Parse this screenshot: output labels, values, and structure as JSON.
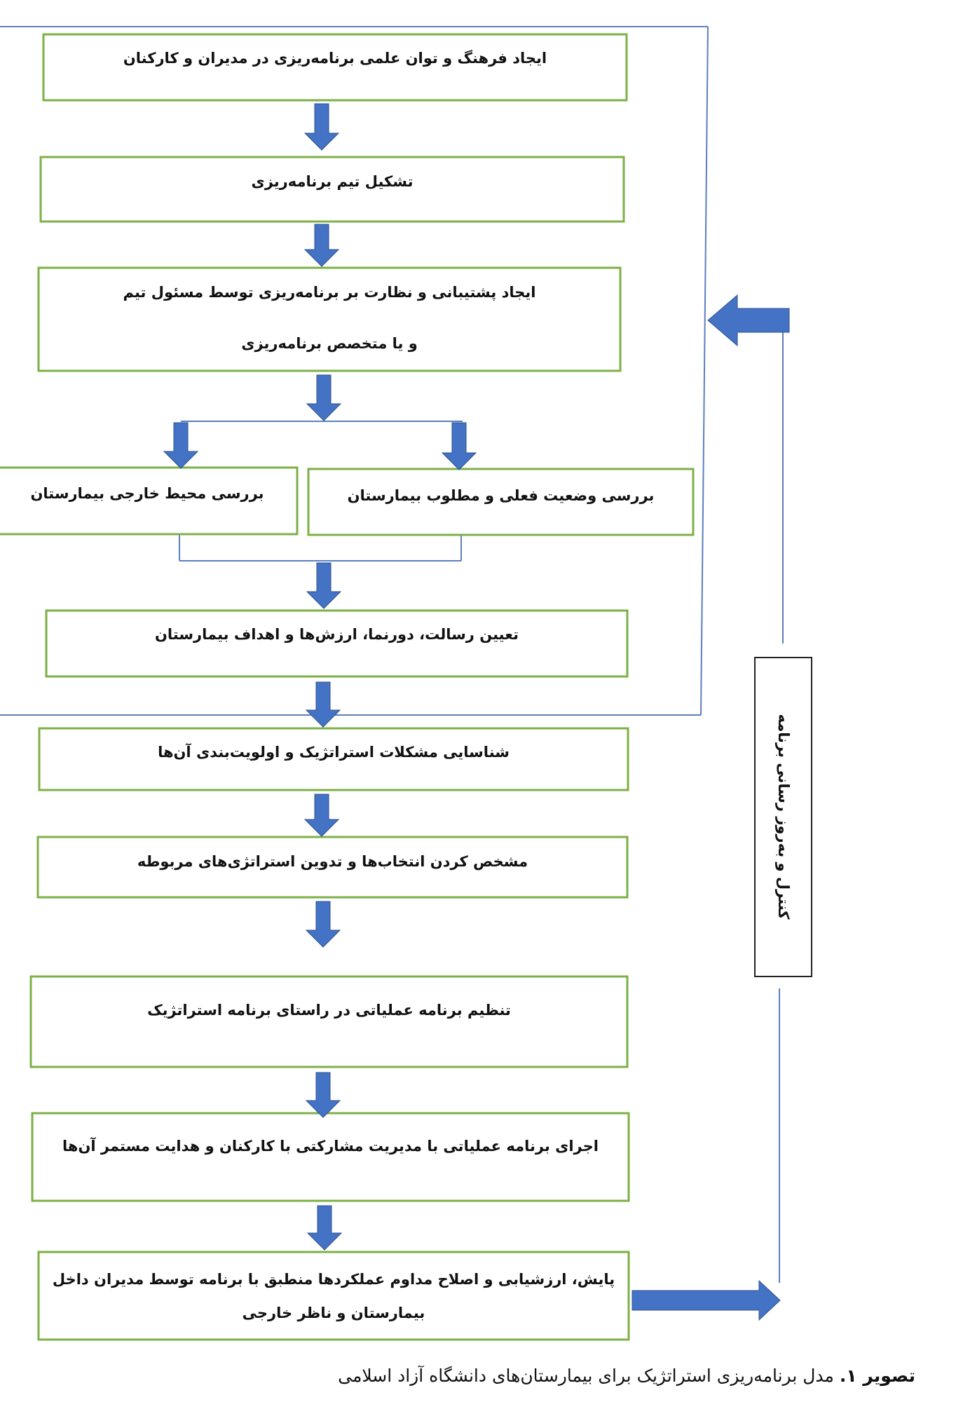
{
  "colors": {
    "box_border": "#7db046",
    "arrow_fill": "#4472c4",
    "connector_line": "#5b7fbf",
    "side_box_border": "#222222"
  },
  "boxes": [
    {
      "id": "culture",
      "lines": [
        "ایجاد فرهنگ و توان علمی برنامه‌ریزی در مدیران و کارکنان"
      ]
    },
    {
      "id": "team",
      "lines": [
        "تشکیل تیم برنامه‌ریزی"
      ]
    },
    {
      "id": "support",
      "lines": [
        "ایجاد پشتیبانی و نظارت بر برنامه‌ریزی توسط مسئول تیم",
        "و یا متخصص برنامه‌ریزی"
      ]
    },
    {
      "id": "external",
      "lines": [
        "بررسی محیط خارجی بیمارستان"
      ]
    },
    {
      "id": "internal",
      "lines": [
        "بررسی وضعیت فعلی و مطلوب بیمارستان"
      ]
    },
    {
      "id": "mission",
      "lines": [
        "تعیین رسالت، دورنما، ارزش‌ها و اهداف بیمارستان"
      ]
    },
    {
      "id": "issues",
      "lines": [
        "شناسایی مشکلات استراتژیک و اولویت‌بندی آن‌ها"
      ]
    },
    {
      "id": "strategies",
      "lines": [
        "مشخص کردن انتخاب‌ها و تدوین استراتژی‌های مربوطه"
      ]
    },
    {
      "id": "operational",
      "lines": [
        "تنظیم برنامه عملیاتی  در راستای برنامه استراتژیک"
      ]
    },
    {
      "id": "execution",
      "lines": [
        "اجرای برنامه عملیاتی با مدیریت مشارکتی با کارکنان و هدایت مستمر آن‌ها"
      ]
    },
    {
      "id": "monitoring",
      "lines": [
        "پایش، ارزشیابی و اصلاح مداوم عملکردها منطبق با برنامه توسط مدیران داخل",
        "بیمارستان و ناظر خارجی"
      ]
    }
  ],
  "side_box": {
    "label": "کنترل و به‌روز رسانی برنامه"
  },
  "caption": {
    "prefix": "تصویر ۱.",
    "text": " مدل برنامه‌ریزی استراتژیک برای بیمارستان‌های دانشگاه آزاد اسلامی"
  }
}
